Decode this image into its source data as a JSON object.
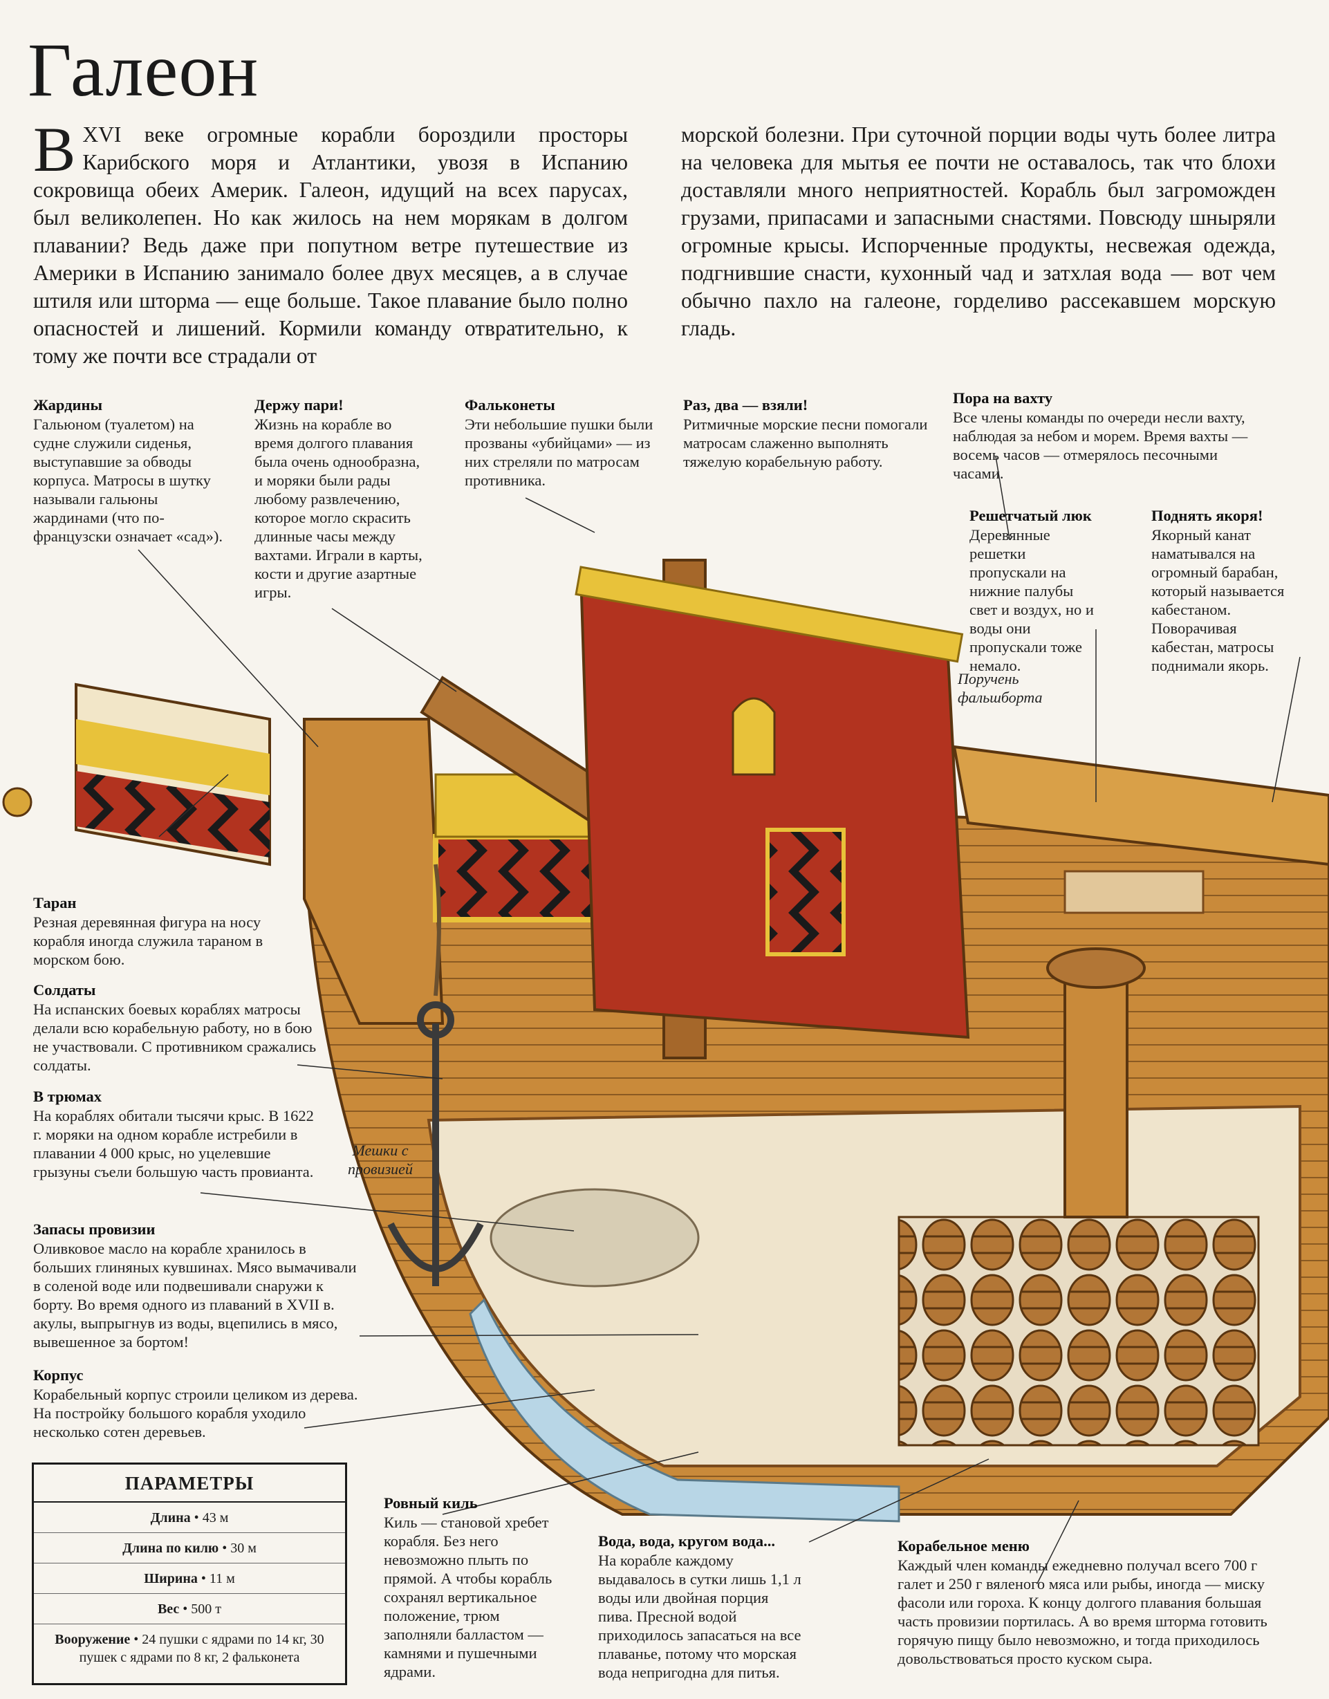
{
  "title": "Галеон",
  "intro": {
    "dropcap": "В",
    "left_text": "XVI веке огромные корабли бороздили просторы Карибского моря и Атлантики, увозя в Испанию сокровища обеих Америк. Галеон, идущий на всех парусах, был великолепен. Но как жилось на нем морякам в долгом плавании? Ведь даже при попутном ветре путешествие из Америки в Испанию занимало более двух месяцев, а в случае штиля или шторма — еще больше. Такое плавание было полно опасностей и лишений. Кормили команду отвратительно, к тому же почти все страдали от",
    "right_text": "морской болезни. При суточной порции воды чуть более литра на человека для мытья ее почти не оставалось, так что блохи доставляли много неприятностей. Корабль был загроможден грузами, припасами и запасными снастями. Повсюду шныряли огромные крысы. Испорченные продукты, несвежая одежда, подгнившие снасти, кухонный чад и затхлая вода — вот чем обычно пахло на галеоне, горделиво рассекавшем морскую гладь."
  },
  "notes": {
    "jardiny": {
      "heading": "Жардины",
      "text": "Гальюном (туалетом) на судне служили сиденья, выступавшие за обводы корпуса. Матросы в шутку называли гальюны жардинами (что по-французски означает «сад»)."
    },
    "derzhu_pari": {
      "heading": "Держу пари!",
      "text": "Жизнь на корабле во время долгого плавания была очень однообразна, и моряки были рады любому развлечению, которое могло скрасить длинные часы между вахтами. Играли в карты, кости и другие азартные игры."
    },
    "falkonety": {
      "heading": "Фальконеты",
      "text": "Эти небольшие пушки были прозваны «убийцами» — из них стреляли по матросам противника."
    },
    "raz_dva": {
      "heading": "Раз, два — взяли!",
      "text": "Ритмичные морские песни помогали матросам слаженно выполнять тяжелую корабельную работу."
    },
    "pora_na_vakhtu": {
      "heading": "Пора на вахту",
      "text": "Все члены команды по очереди несли вахту, наблюдая за небом и морем. Время вахты — восемь часов — отмерялось песочными часами."
    },
    "reshetchaty_lyuk": {
      "heading": "Решетчатый люк",
      "text": "Деревянные решетки пропускали на нижние палубы свет и воздух, но и воды они пропускали тоже немало."
    },
    "podnyat_yakorya": {
      "heading": "Поднять якоря!",
      "text": "Якорный канат наматывался на огромный барабан, который называется кабестаном. Поворачивая кабестан, матросы поднимали якорь."
    },
    "taran": {
      "heading": "Таран",
      "text": "Резная деревянная фигура на носу корабля иногда служила тараном в морском бою."
    },
    "soldaty": {
      "heading": "Солдаты",
      "text": "На испанских боевых кораблях матросы делали всю корабельную работу, но в бою не участвовали. С противником сражались солдаты."
    },
    "v_tryumakh": {
      "heading": "В трюмах",
      "text": "На кораблях обитали тысячи крыс. В 1622 г. моряки на одном корабле истребили в плавании 4 000 крыс, но уцелевшие грызуны съели большую часть провианта."
    },
    "zapasy": {
      "heading": "Запасы провизии",
      "text": "Оливковое масло на корабле хранилось в больших глиняных кувшинах. Мясо вымачивали в соленой воде или подвешивали снаружи к борту. Во время одного из плаваний в XVII в. акулы, выпрыгнув из воды, вцепились в мясо, вывешенное за бортом!"
    },
    "korpus": {
      "heading": "Корпус",
      "text": "Корабельный корпус строили целиком из дерева. На постройку большого корабля уходило несколько сотен деревьев."
    },
    "rovny_kil": {
      "heading": "Ровный киль",
      "text": "Киль — становой хребет корабля. Без него невозможно плыть по прямой. А чтобы корабль сохранял вертикальное положение, трюм заполняли балластом — камнями и пушечными ядрами."
    },
    "voda": {
      "heading": "Вода, вода, кругом вода...",
      "text": "На корабле каждому выдавалось в сутки лишь 1,1 л воды или двойная порция пива. Пресной водой приходилось запасаться на все плаванье, потому что морская вода непригодна для питья."
    },
    "menyu": {
      "heading": "Корабельное меню",
      "text": "Каждый член команды ежедневно получал всего 700 г галет и 250 г вяленого мяса или рыбы, иногда — миску фасоли или гороха. К концу долгого плавания большая часть провизии портилась. А во время шторма готовить горячую пищу было невозможно, и тогда приходилось довольствоваться просто куском сыра."
    }
  },
  "labels": {
    "poruchen": "Поручень фальшборта",
    "meshki": "Мешки с провизией"
  },
  "params": {
    "title": "ПАРАМЕТРЫ",
    "rows": [
      {
        "label": "Длина",
        "value": "43 м"
      },
      {
        "label": "Длина по килю",
        "value": "30 м"
      },
      {
        "label": "Ширина",
        "value": "11 м"
      },
      {
        "label": "Вес",
        "value": "500 т"
      },
      {
        "label": "Вооружение",
        "value": "24 пушки с ядрами по 14 кг, 30 пушек с ядрами по 8 кг, 2 фальконета"
      }
    ]
  },
  "colors": {
    "paper": "#f7f4ee",
    "hull_wood": "#c98a3a",
    "hull_dark": "#7a4a1c",
    "castle_red": "#b2331f",
    "trim_yellow": "#e8c23a",
    "chevron_black": "#1a1a1a",
    "ballast_blue": "#b8d6e6"
  }
}
